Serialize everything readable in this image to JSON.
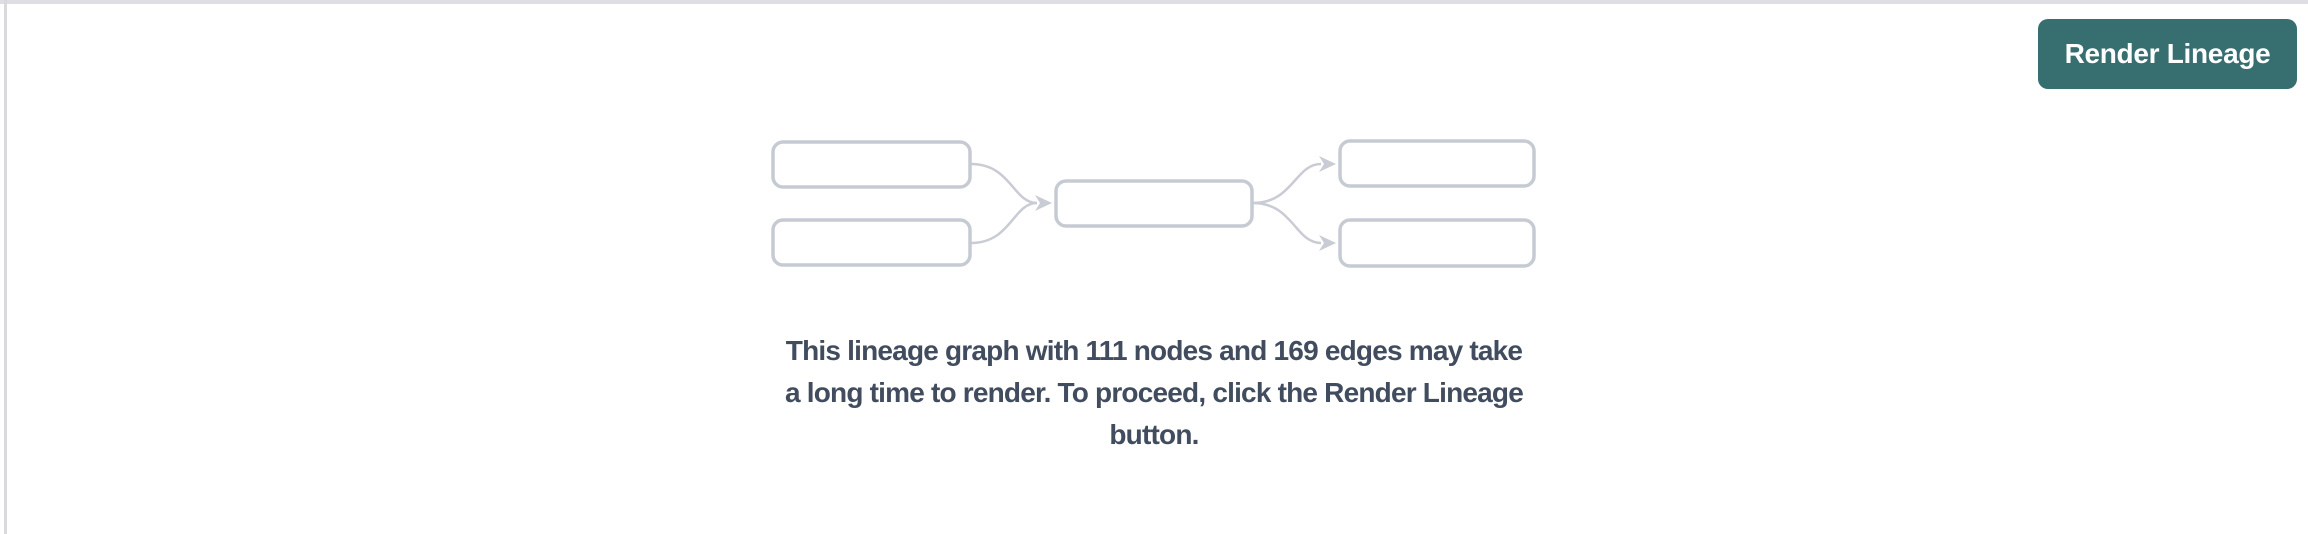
{
  "toolbar": {
    "render_button_label": "Render Lineage"
  },
  "empty_state": {
    "message_lines": [
      "This lineage graph with 111 nodes and 169 edges may take",
      "a long time to render. To proceed, click the Render Lineage",
      "button."
    ],
    "node_count": "111",
    "edge_count": "169"
  },
  "icons": {
    "placeholder_graphic": "lineage-nodes-diagram"
  },
  "colors": {
    "accent_teal": "#376E70",
    "button_text": "#FFFFFF",
    "message_text": "#414C5E",
    "node_stroke": "#C6CAD3",
    "edge_stroke": "#C9CCD4",
    "top_divider": "#DEDEE3",
    "left_divider": "#DADADE",
    "background": "#FFFFFF"
  }
}
